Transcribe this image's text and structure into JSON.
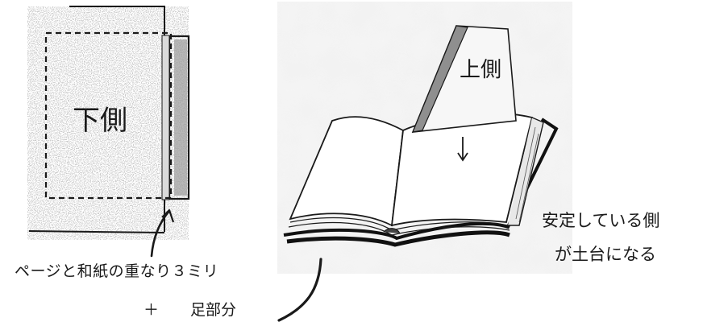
{
  "labels": {
    "lower_side": "下側",
    "upper_side": "上側",
    "overlap_note": "ページと和紙の重なり３ミリ",
    "plus_sign": "＋",
    "foot_part": "足部分",
    "stable_line1": "安定している側",
    "stable_line2": "が土台になる"
  },
  "colors": {
    "ink": "#1a1a1a",
    "strip_fill": "#9a9a9a",
    "speckle": "#777777",
    "photo_background": "#f2f2f2",
    "page_shade": "#ececec"
  },
  "icons": {
    "overlap_pointer": "curved-arrow-up",
    "placement_arrow": "down-arrow",
    "foot_pointer": "curved-arrow-up"
  }
}
